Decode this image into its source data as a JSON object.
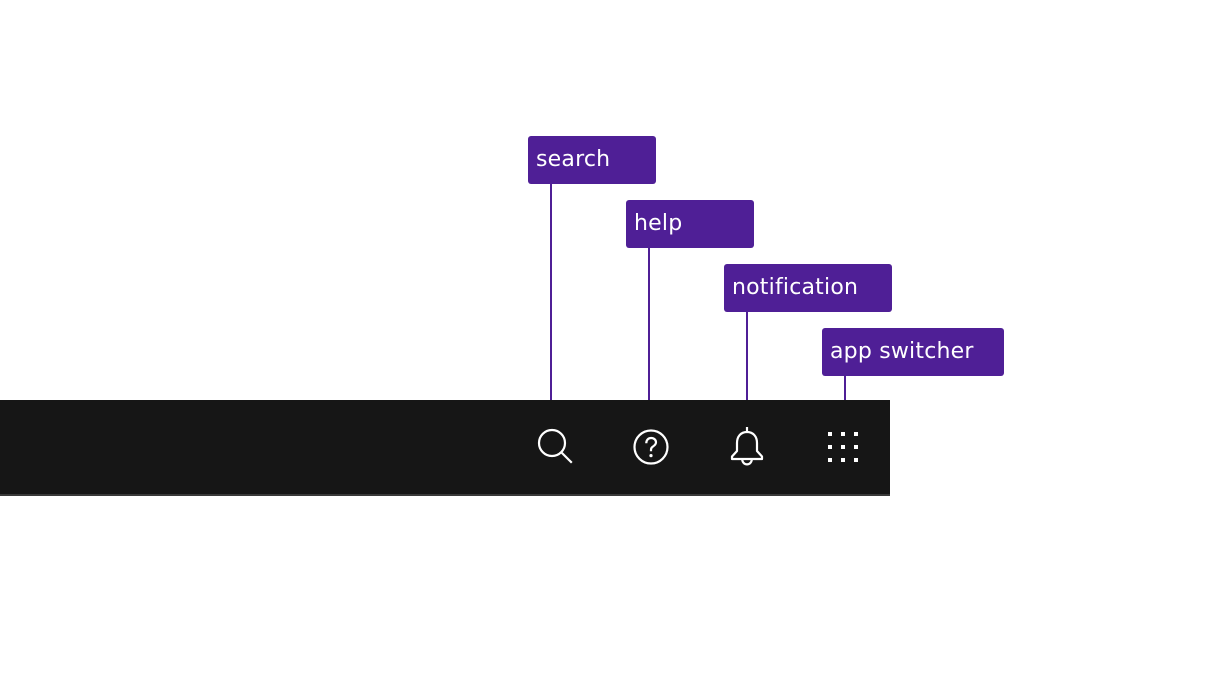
{
  "header": {
    "background_color": "#161616",
    "icons": [
      {
        "id": "search",
        "icon": "search-icon"
      },
      {
        "id": "help",
        "icon": "help-icon"
      },
      {
        "id": "notification",
        "icon": "bell-icon"
      },
      {
        "id": "app_switcher",
        "icon": "app-switcher-grid-icon"
      }
    ]
  },
  "annotations": {
    "color": "#4f1f96",
    "search_label": "search",
    "help_label": "help",
    "notification_label": "notification",
    "app_switcher_label": "app switcher"
  }
}
